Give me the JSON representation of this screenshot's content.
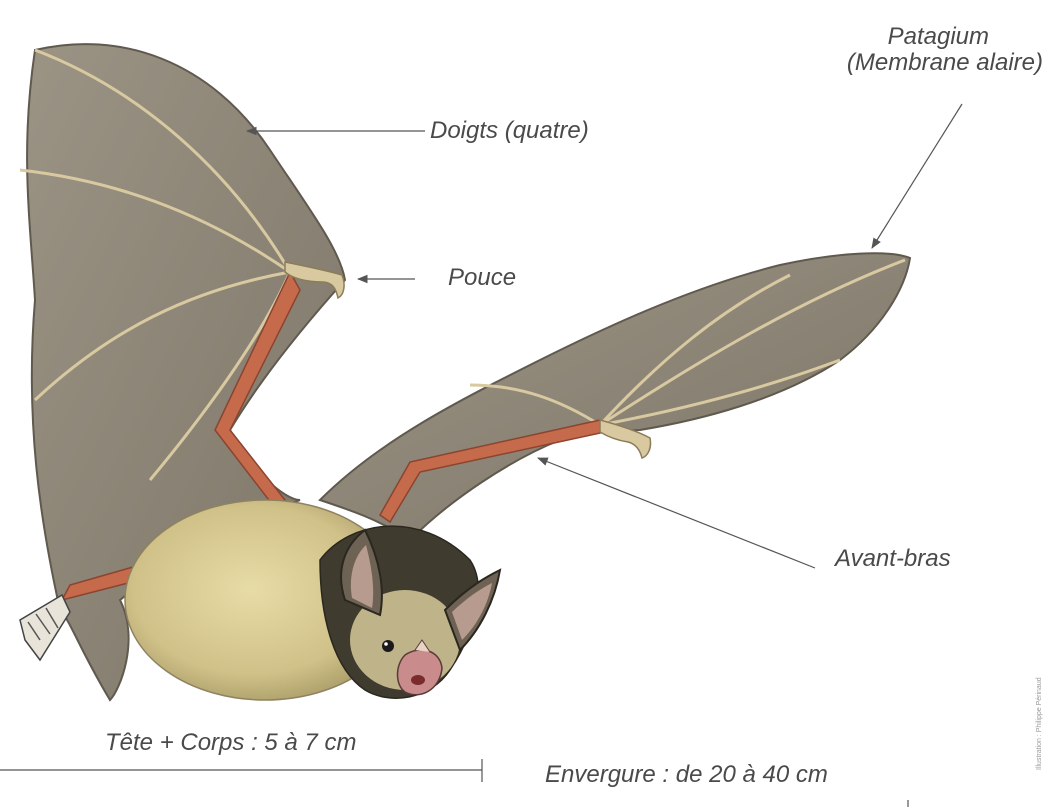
{
  "labels": {
    "doigts": "Doigts (quatre)",
    "pouce": "Pouce",
    "patagium_line1": "Patagium",
    "patagium_line2": "(Membrane alaire)",
    "avant_bras": "Avant-bras",
    "tete_corps": "Tête + Corps : 5 à 7 cm",
    "envergure": "Envergure :  de 20 à 40 cm",
    "credit": "Illustration : Philippe Périnaud"
  },
  "colors": {
    "membrane": "#8f8778",
    "membrane_dark": "#6f695d",
    "bone": "#d9c9a0",
    "forearm": "#c56a4a",
    "fur": "#d8cb93",
    "fur_dark": "#4a4536",
    "ear": "#6e6254",
    "leader": "#555555"
  }
}
